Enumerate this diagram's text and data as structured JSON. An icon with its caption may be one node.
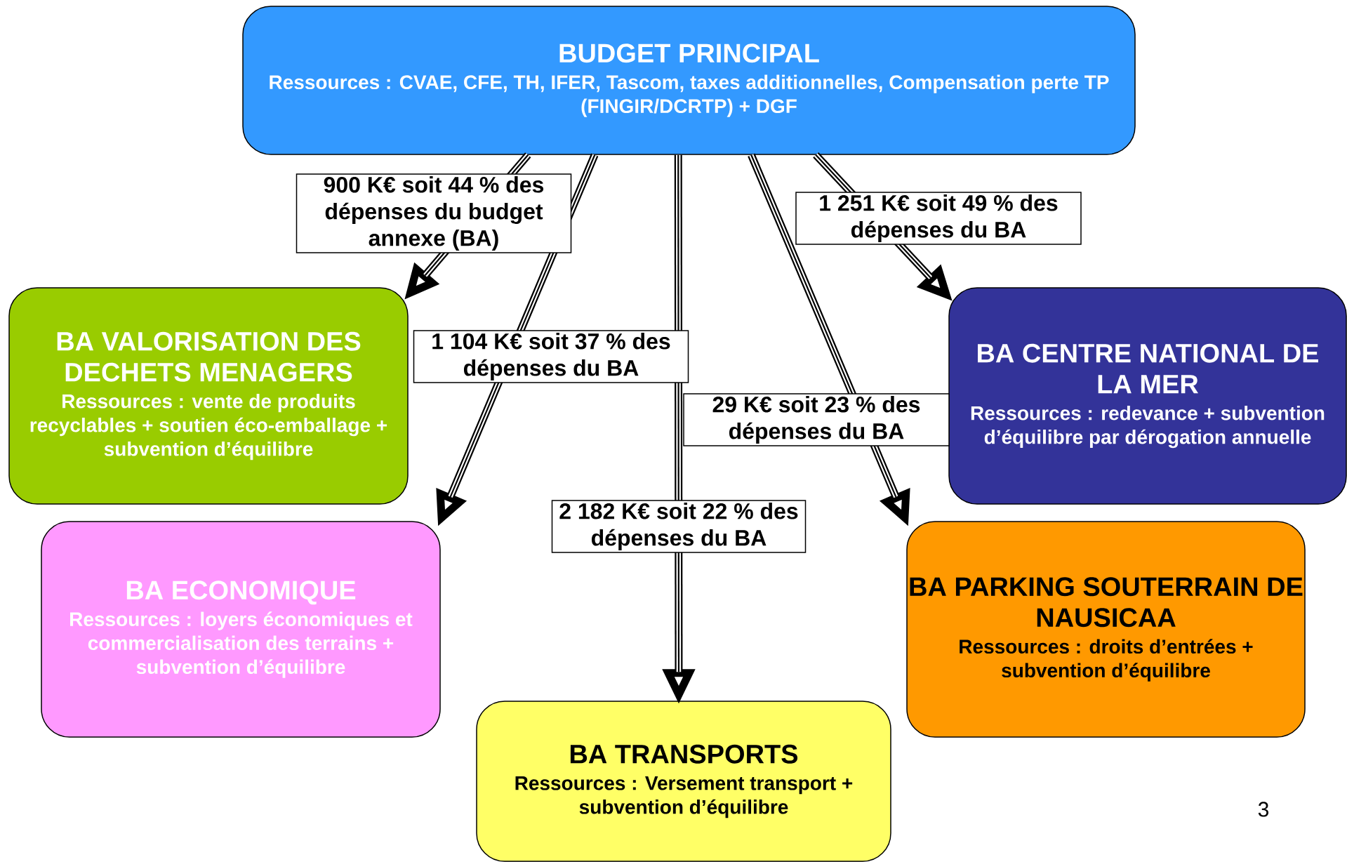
{
  "diagram": {
    "nodes": [
      {
        "text": [
          "BUDGET PRINCIPAL",
          "Ressources : CVAE, CFE, TH, IFER, Tascom, taxes additionnelles, Compensation perte TP (FINGIR/DCRTP) +  DGF"
        ]
      },
      {
        "text": [
          "BA VALORISATION DES DECHETS MENAGERS",
          "Ressources : vente de produits recyclables + soutien éco-emballage + subvention d’équilibre"
        ]
      },
      {
        "text": [
          "BA CENTRE NATIONAL DE LA MER",
          "Ressources : redevance + subvention d’équilibre par dérogation annuelle"
        ]
      },
      {
        "text": [
          "BA ECONOMIQUE",
          "Ressources : loyers économiques et commercialisation des terrains + subvention d’équilibre"
        ]
      },
      {
        "text": [
          "BA PARKING SOUTERRAIN DE NAUSICAA",
          "Ressources : droits d’entrées + subvention d’équilibre"
        ]
      },
      {
        "text": [
          "BA TRANSPORTS",
          "Ressources : Versement transport + subvention d’équilibre"
        ]
      }
    ],
    "edges": [
      {
        "from": 0,
        "to": 1,
        "arrow": "to",
        "label": "900 K€ soit 44 % des dépenses du budget annexe (BA)"
      },
      {
        "from": 0,
        "to": 3,
        "arrow": "to",
        "label": "1 104 K€ soit 37 % des dépenses du BA"
      },
      {
        "from": 0,
        "to": 5,
        "arrow": "to",
        "label": "2 182 K€ soit 22 % des dépenses du BA"
      },
      {
        "from": 0,
        "to": 4,
        "arrow": "to",
        "label": "29 K€ soit 23 % des dépenses du BA"
      },
      {
        "from": 0,
        "to": 2,
        "arrow": "to",
        "label": "1 251 K€ soit 49 % des dépenses du BA"
      }
    ],
    "labels": [
      "3"
    ]
  }
}
